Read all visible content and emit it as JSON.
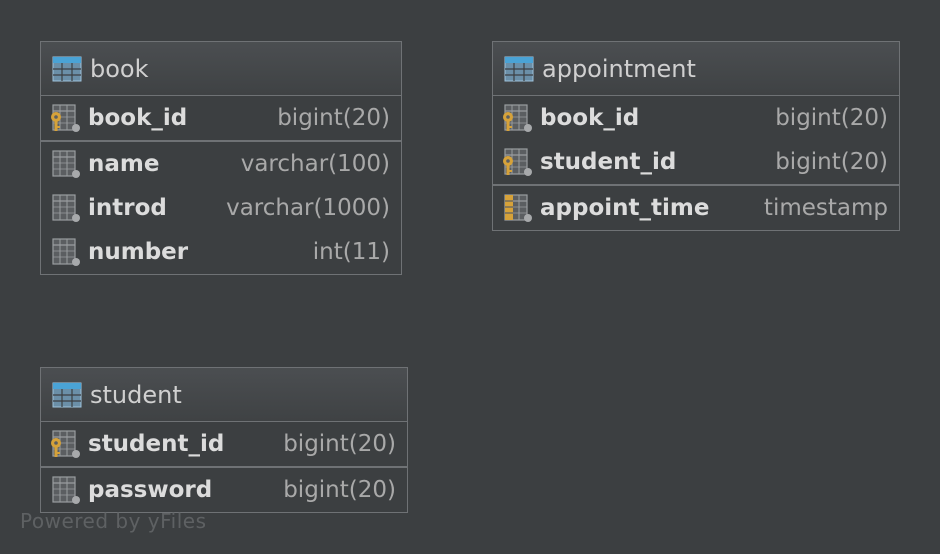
{
  "tables": {
    "book": {
      "title": "book",
      "pk_columns": [
        {
          "name": "book_id",
          "type": "bigint(20)"
        }
      ],
      "columns": [
        {
          "name": "name",
          "type": "varchar(100)"
        },
        {
          "name": "introd",
          "type": "varchar(1000)"
        },
        {
          "name": "number",
          "type": "int(11)"
        }
      ]
    },
    "appointment": {
      "title": "appointment",
      "pk_columns": [
        {
          "name": "book_id",
          "type": "bigint(20)"
        },
        {
          "name": "student_id",
          "type": "bigint(20)"
        }
      ],
      "columns": [
        {
          "name": "appoint_time",
          "type": "timestamp"
        }
      ]
    },
    "student": {
      "title": "student",
      "pk_columns": [
        {
          "name": "student_id",
          "type": "bigint(20)"
        }
      ],
      "columns": [
        {
          "name": "password",
          "type": "bigint(20)"
        }
      ]
    }
  },
  "watermark": "Powered by yFiles",
  "colors": {
    "background": "#3c3f41",
    "border": "#6f7275",
    "key": "#d6a23a",
    "table_icon": "#4aa3d6"
  },
  "icons": {
    "table": "table-icon",
    "pk_column": "primary-key-column-icon",
    "column": "column-icon",
    "timestamp_column": "timestamp-column-icon"
  }
}
